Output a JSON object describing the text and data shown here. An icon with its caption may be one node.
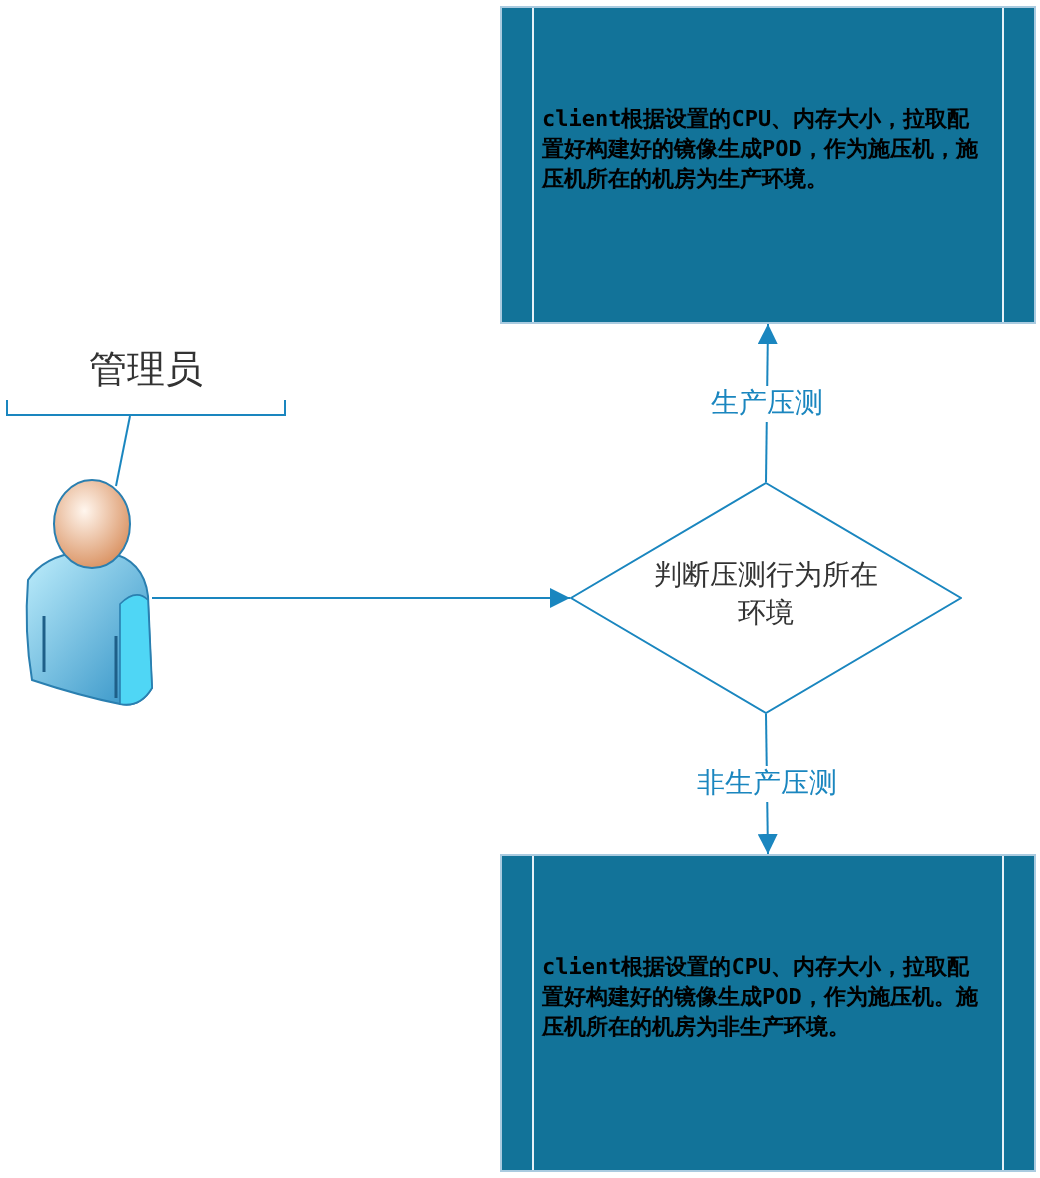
{
  "diagram": {
    "nodes": [
      {
        "text": [
          "管理员"
        ]
      },
      {
        "text": [],
        "shape": "person"
      },
      {
        "text": [
          "判断压测行为所在环境"
        ]
      },
      {
        "text": [
          "client根据设置的CPU、内存大小，拉取配置好构建好的镜像生成POD，作为施压机，施压机所在的机房为生产环境。"
        ]
      },
      {
        "text": [
          "client根据设置的CPU、内存大小，拉取配置好构建好的镜像生成POD，作为施压机。施压机所在的机房为非生产环境。"
        ]
      }
    ],
    "edges": [
      {
        "from": 0,
        "to": 1,
        "arrow": "none"
      },
      {
        "from": 1,
        "to": 2,
        "arrow": "to"
      },
      {
        "from": 2,
        "to": 3,
        "arrow": "to",
        "label": "生产压测"
      },
      {
        "from": 2,
        "to": 4,
        "arrow": "to",
        "label": "非生产压测"
      }
    ]
  }
}
